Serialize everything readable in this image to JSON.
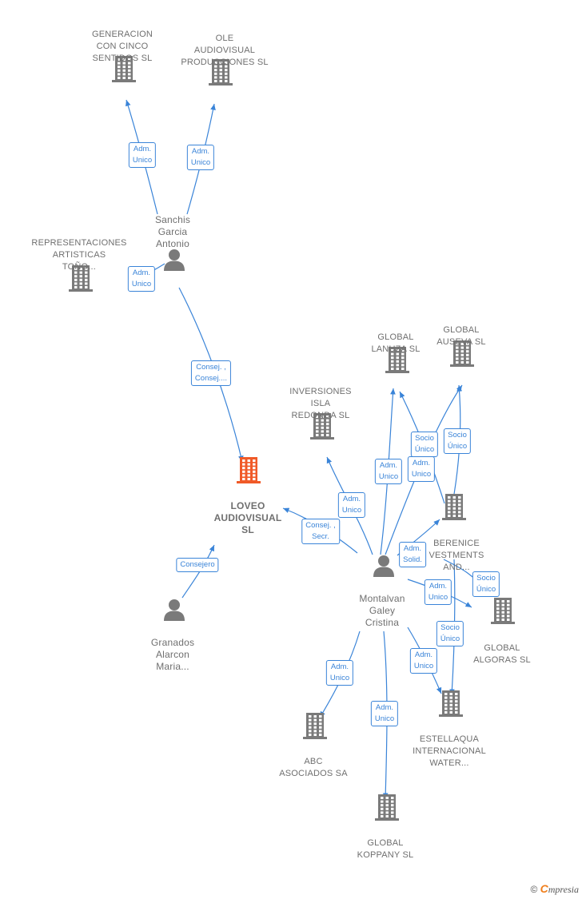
{
  "nodes": {
    "generacion": {
      "label": "GENERACION\nCON CINCO\nSENTIDOS  SL",
      "type": "company"
    },
    "ole": {
      "label": "OLE\nAUDIOVISUAL\nPRODUCCIONES SL",
      "type": "company"
    },
    "sanchis": {
      "label": "Sanchis\nGarcia\nAntonio",
      "type": "person"
    },
    "representaciones": {
      "label": "REPRESENTACIONES\nARTISTICAS\nTOÑO...",
      "type": "company"
    },
    "loveo": {
      "label": "LOVEO\nAUDIOVISUAL\nSL",
      "type": "company",
      "focus": true
    },
    "granados": {
      "label": "Granados\nAlarcon\nMaria...",
      "type": "person"
    },
    "inversiones": {
      "label": "INVERSIONES\nISLA\nREDONDA  SL",
      "type": "company"
    },
    "lanuza": {
      "label": "GLOBAL\nLANUZA  SL",
      "type": "company"
    },
    "auseva": {
      "label": "GLOBAL\nAUSEVA  SL",
      "type": "company"
    },
    "berenice": {
      "label": "BERENICE\nVESTMENTS\nAND...",
      "type": "company"
    },
    "montalvan": {
      "label": "Montalvan\nGaley\nCristina",
      "type": "person"
    },
    "algoras": {
      "label": "GLOBAL\nALGORAS  SL",
      "type": "company"
    },
    "estellaqua": {
      "label": "ESTELLAQUA\nINTERNACIONAL\nWATER...",
      "type": "company"
    },
    "abc": {
      "label": "ABC\nASOCIADOS SA",
      "type": "company"
    },
    "koppany": {
      "label": "GLOBAL\nKOPPANY  SL",
      "type": "company"
    }
  },
  "edges": [
    {
      "from": "sanchis",
      "to": "generacion",
      "label": "Adm.\nUnico"
    },
    {
      "from": "sanchis",
      "to": "ole",
      "label": "Adm.\nUnico"
    },
    {
      "from": "sanchis",
      "to": "representaciones",
      "label": "Adm.\nUnico"
    },
    {
      "from": "sanchis",
      "to": "loveo",
      "label": "Consej. ,\nConsej...."
    },
    {
      "from": "granados",
      "to": "loveo",
      "label": "Consejero"
    },
    {
      "from": "montalvan",
      "to": "inversiones",
      "label": "Adm.\nUnico"
    },
    {
      "from": "montalvan",
      "to": "loveo",
      "label": "Consej. ,\nSecr."
    },
    {
      "from": "montalvan",
      "to": "lanuza",
      "label": "Adm.\nUnico"
    },
    {
      "from": "berenice",
      "to": "lanuza",
      "label": "Socio\nÚnico"
    },
    {
      "from": "montalvan",
      "to": "auseva",
      "label": "Adm.\nUnico"
    },
    {
      "from": "berenice",
      "to": "auseva",
      "label": "Socio\nÚnico"
    },
    {
      "from": "montalvan",
      "to": "berenice",
      "label": "Adm.\nSolid."
    },
    {
      "from": "montalvan",
      "to": "algoras",
      "label": "Adm.\nUnico"
    },
    {
      "from": "berenice",
      "to": "algoras",
      "label": "Socio\nÚnico"
    },
    {
      "from": "berenice",
      "to": "estellaqua",
      "label": "Socio\nÚnico"
    },
    {
      "from": "montalvan",
      "to": "estellaqua",
      "label": "Adm.\nUnico"
    },
    {
      "from": "montalvan",
      "to": "abc",
      "label": "Adm.\nUnico"
    },
    {
      "from": "montalvan",
      "to": "koppany",
      "label": "Adm.\nUnico"
    }
  ],
  "footer": {
    "copyright": "©",
    "brand_initial": "C",
    "brand_rest": "mpresia"
  },
  "colors": {
    "edge": "#3a84d8",
    "company_icon": "#7a7a7a",
    "focus_icon": "#f05a28",
    "person_icon": "#7a7a7a"
  }
}
